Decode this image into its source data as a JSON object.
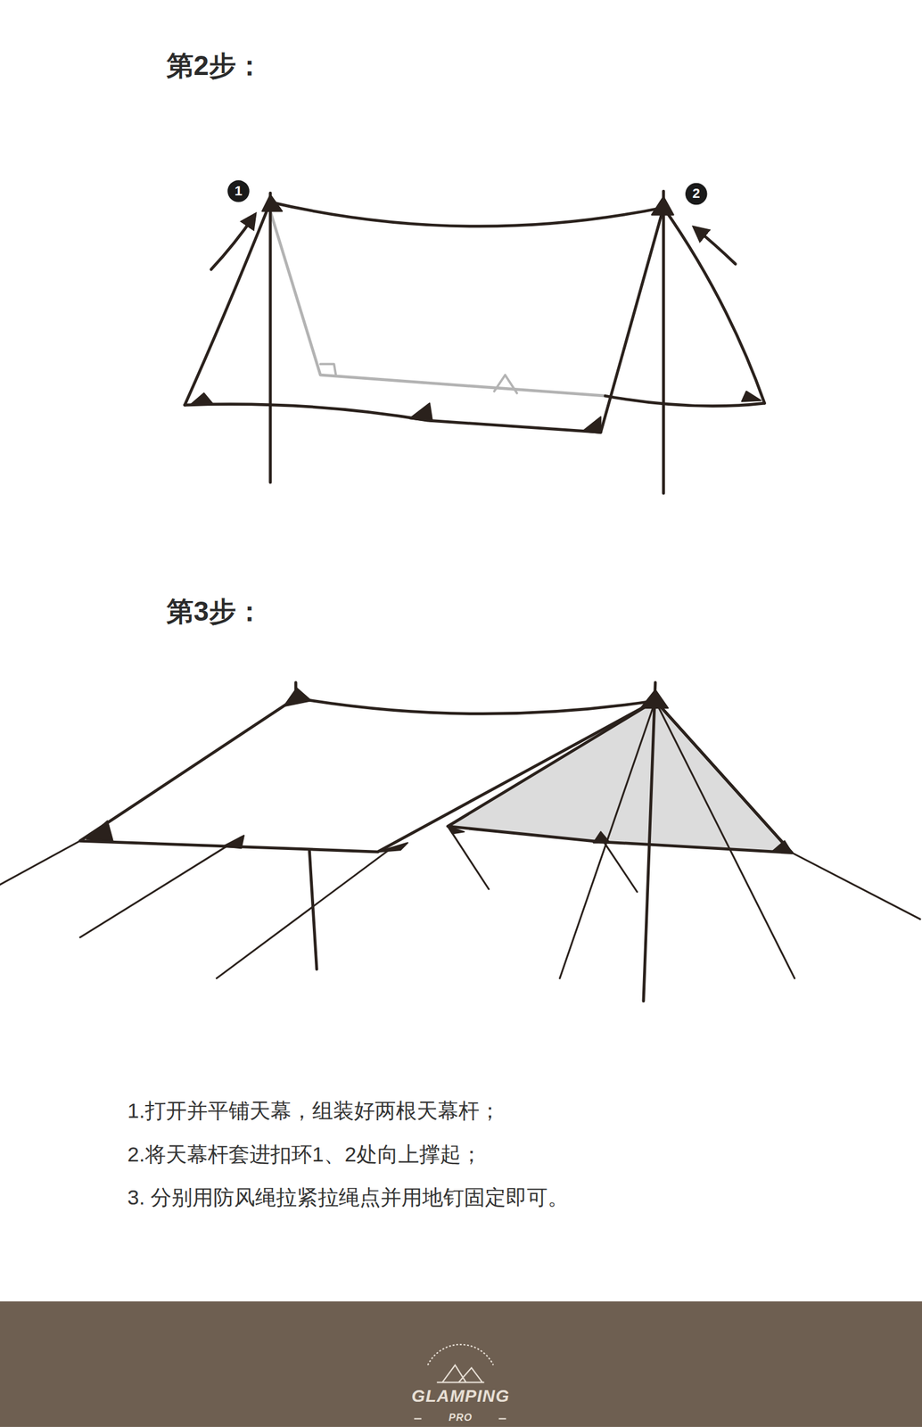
{
  "diagram": {
    "labels": [
      "第2步：",
      "1",
      "2",
      "第3步：",
      "1.打开并平铺天幕，组装好两根天幕杆；",
      "2.将天幕杆套进扣环1、2处向上撑起；",
      "3. 分别用防风绳拉紧拉绳点并用地钉固定即可。",
      "GLAMPING",
      "PRO"
    ]
  }
}
